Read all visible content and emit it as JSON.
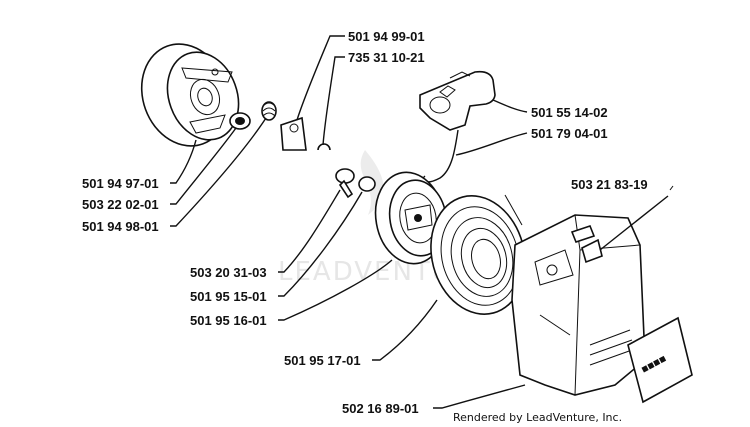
{
  "watermark": "LEADVENTURE",
  "credit": "Rendered by LeadVenture, Inc.",
  "callouts": [
    {
      "id": "flywheel-cover",
      "part_no": "501 94 97-01"
    },
    {
      "id": "washer",
      "part_no": "503 22 02-01"
    },
    {
      "id": "spring",
      "part_no": "501 94 98-01"
    },
    {
      "id": "pawl",
      "part_no": "501 94 99-01"
    },
    {
      "id": "circlip",
      "part_no": "735 31 10-21"
    },
    {
      "id": "handle",
      "part_no": "501 55 14-02"
    },
    {
      "id": "rope",
      "part_no": "501 79 04-01"
    },
    {
      "id": "screw-top",
      "part_no": "503 21 83-19"
    },
    {
      "id": "center-screw",
      "part_no": "503 20 31-03"
    },
    {
      "id": "center-washer",
      "part_no": "501 95 15-01"
    },
    {
      "id": "pulley",
      "part_no": "501 95 16-01"
    },
    {
      "id": "recoil-spring",
      "part_no": "501 95 17-01"
    },
    {
      "id": "starter-housing",
      "part_no": "502 16 89-01"
    }
  ]
}
